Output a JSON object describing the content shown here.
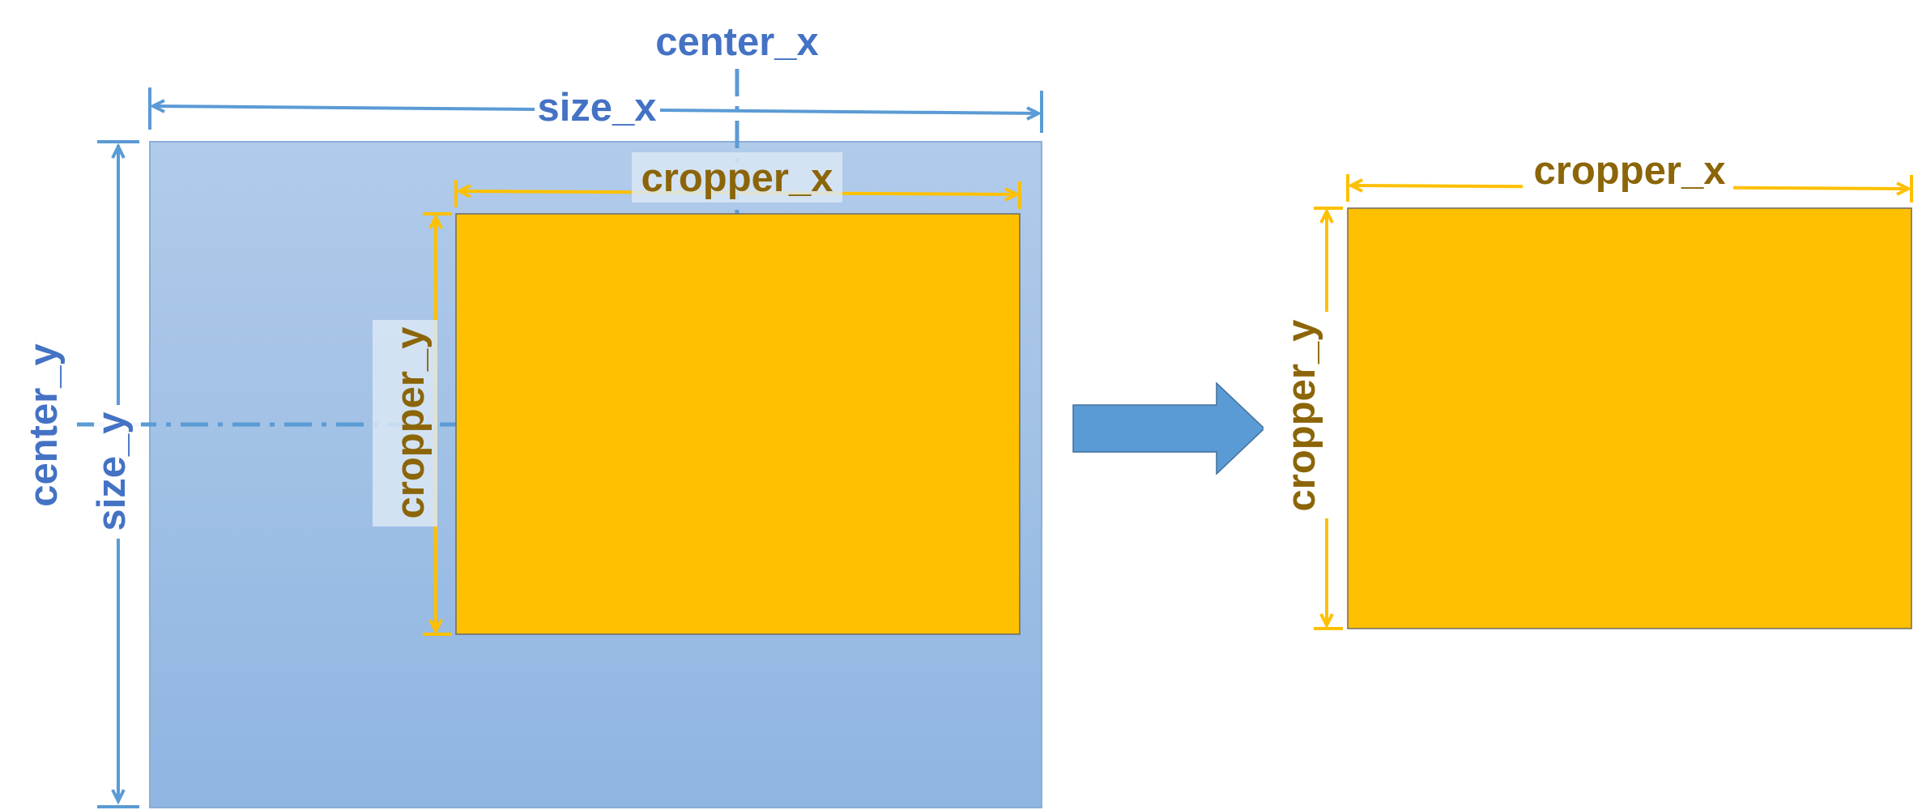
{
  "labels": {
    "center_x": "center_x",
    "size_x": "size_x",
    "center_y": "center_y",
    "size_y": "size_y",
    "source_cropper_x": "cropper_x",
    "source_cropper_y": "cropper_y",
    "output_cropper_x": "cropper_x",
    "output_cropper_y": "cropper_y"
  },
  "colors": {
    "source_image_top": "#b1cbea",
    "source_image_bottom": "#8fb5e1",
    "source_image_border": "#8aaed8",
    "crop_fill": "#fec000",
    "crop_border": "#6b6b6b",
    "blue_line": "#5b9bd5",
    "blue_text": "#4472c4",
    "gold_line": "#fec000",
    "gold_text": "#8b6508",
    "arrow_fill": "#5b9bd5",
    "arrow_border": "#41719c"
  }
}
